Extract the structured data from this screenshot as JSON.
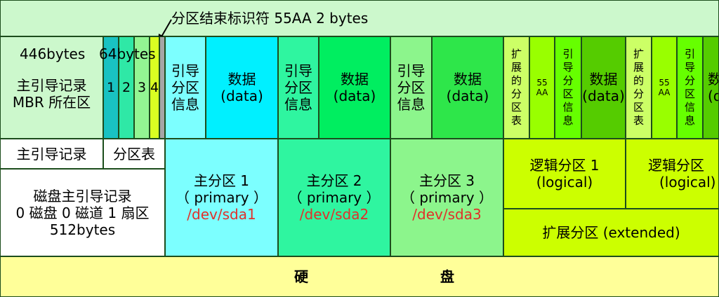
{
  "colors": {
    "mbr_top": "#ccf8cc",
    "table_teal": "#19c2c2",
    "table2": "#2fe8a6",
    "table3": "#93f593",
    "table4": "#d9ff22",
    "gray": "#a6a6a6",
    "cyan": "#7cffff",
    "cyan_data": "#00f0ff",
    "p2": "#2ff5a0",
    "p2_data": "#00ee60",
    "p3": "#8cf58c",
    "p3_data": "#2ee64a",
    "ext_info": "#ccff66",
    "ext_aa": "#99ff00",
    "ext_boot": "#66ff00",
    "ext_data": "#55cc00",
    "logical": "#ccff00",
    "disk": "#ffff99",
    "top_band": "#ccf8cc"
  },
  "top": {
    "label": "分区结束标识符 55AA   2  bytes"
  },
  "mbr": {
    "sizes_left": "446bytes",
    "sizes_right": "64bytes",
    "line1": "主引导记录",
    "line2": "MBR 所在区",
    "table_entries": [
      "1",
      "2",
      "3",
      "4"
    ]
  },
  "partitions": [
    {
      "boot_info": [
        "引导",
        "分区",
        "信息"
      ],
      "data": [
        "数据",
        "(data)"
      ],
      "name": "主分区 1",
      "type": "（  primary  ）",
      "device": "/dev/sda1"
    },
    {
      "boot_info": [
        "引导",
        "分区",
        "信息"
      ],
      "data": [
        "数据",
        "(data)"
      ],
      "name": "主分区 2",
      "type": "（  primary  ）",
      "device": "/dev/sda2"
    },
    {
      "boot_info": [
        "引导",
        "分区",
        "信息"
      ],
      "data": [
        "数据",
        "(data)"
      ],
      "name": "主分区 3",
      "type": "（  primary  ）",
      "device": "/dev/sda3"
    }
  ],
  "extended": {
    "info_v": [
      "扩",
      "展",
      "的",
      "分",
      "区",
      "表"
    ],
    "aa": [
      "55",
      "AA"
    ],
    "boot_v": [
      "引",
      "导",
      "分",
      "区",
      "信",
      "息"
    ],
    "data": [
      "数据",
      "(data)"
    ],
    "data_partial": [
      "数",
      "(d"
    ],
    "logical1": [
      "逻辑分区 1",
      "(logical)"
    ],
    "logical2": [
      "逻辑分区",
      "(logical)"
    ],
    "label": "扩展分区 (extended)"
  },
  "mbr_bottom": {
    "mbr_label": "主引导记录",
    "table_label": "分区表",
    "desc": [
      "磁盘主引导记录",
      "0 磁盘 0 磁道 1 扇区",
      "512bytes"
    ]
  },
  "disk": {
    "left": "硬",
    "right": "盘"
  }
}
